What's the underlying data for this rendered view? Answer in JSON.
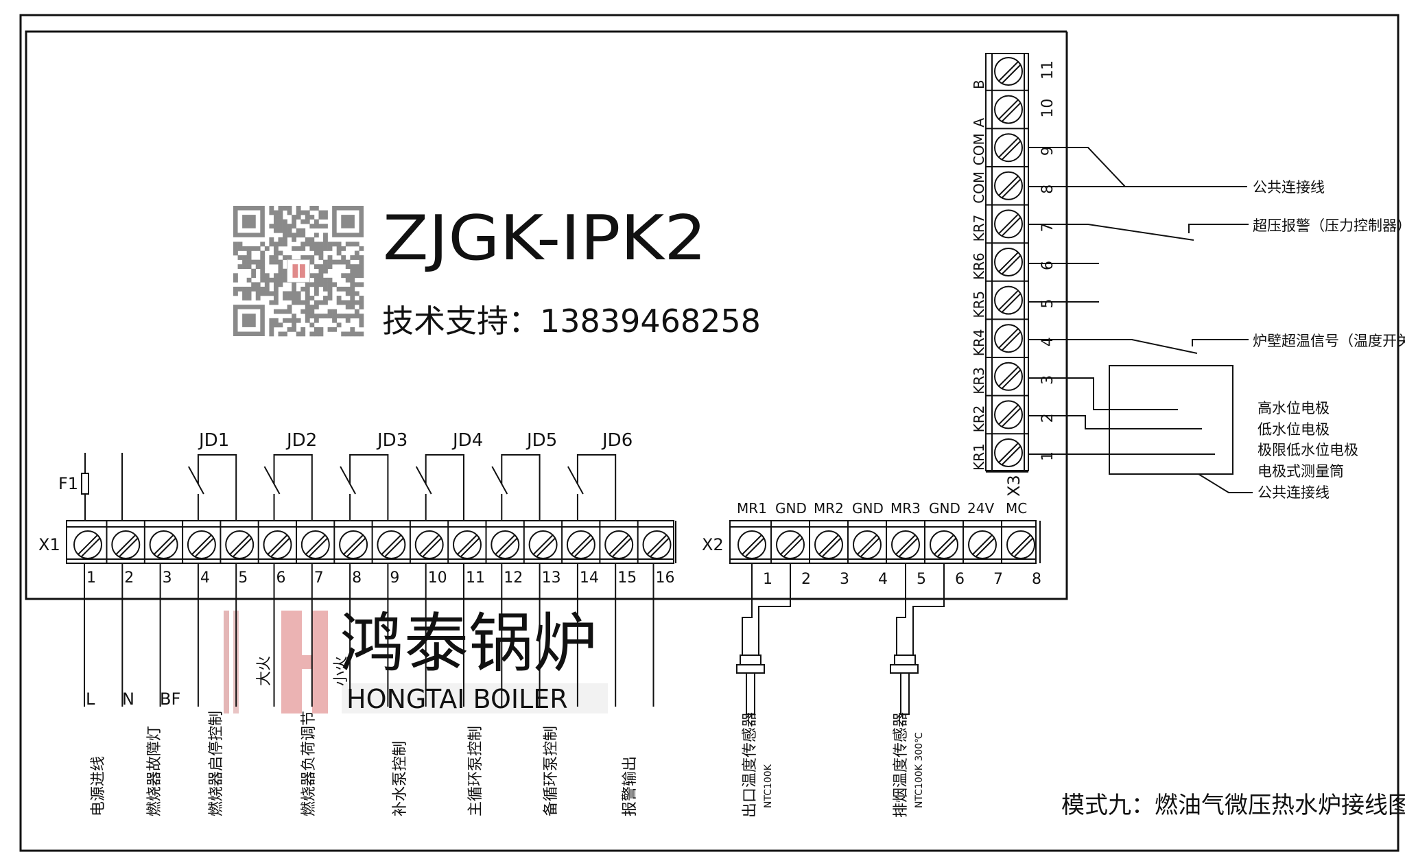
{
  "model": "ZJGK-IPK2",
  "support": "技术支持：13839468258",
  "diagram_title": "模式九：燃油气微压热水炉接线图",
  "watermark": {
    "cn": "鸿泰锅炉",
    "en": "HONGTAI BOILER"
  },
  "x1": {
    "label": "X1",
    "fuse": "F1",
    "numbers": [
      "1",
      "2",
      "3",
      "4",
      "5",
      "6",
      "7",
      "8",
      "9",
      "10",
      "11",
      "12",
      "13",
      "14",
      "15",
      "16"
    ],
    "relays": [
      "JD1",
      "JD2",
      "JD3",
      "JD4",
      "JD5",
      "JD6"
    ],
    "wire_labels": [
      "L",
      "N",
      "BF",
      "大火",
      "小火"
    ],
    "functions": [
      "电源进线",
      "燃烧器故障灯",
      "燃烧器启停控制",
      "燃烧器负荷调节",
      "补水泵控制",
      "主循环泵控制",
      "备循环泵控制",
      "报警输出"
    ]
  },
  "x2": {
    "label": "X2",
    "headers": [
      "MR1",
      "GND",
      "MR2",
      "GND",
      "MR3",
      "GND",
      "24V",
      "MC"
    ],
    "numbers": [
      "1",
      "2",
      "3",
      "4",
      "5",
      "6",
      "7",
      "8"
    ],
    "sensor1": {
      "name": "出口温度传感器",
      "type": "NTC100K"
    },
    "sensor2": {
      "name": "排烟温度传感器",
      "type": "NTC100K 300℃"
    }
  },
  "x3": {
    "label": "X3",
    "headers": [
      "B",
      "A",
      "COM",
      "COM",
      "KR7",
      "KR6",
      "KR5",
      "KR4",
      "KR3",
      "KR2",
      "KR1"
    ],
    "numbers": [
      "11",
      "10",
      "9",
      "8",
      "7",
      "6",
      "5",
      "4",
      "3",
      "2",
      "1"
    ],
    "annotations": [
      "公共连接线",
      "超压报警（压力控制器）",
      "炉壁超温信号（温度开关）",
      "高水位电极",
      "低水位电极",
      "极限低水位电极",
      "电极式测量筒",
      "公共连接线"
    ]
  }
}
